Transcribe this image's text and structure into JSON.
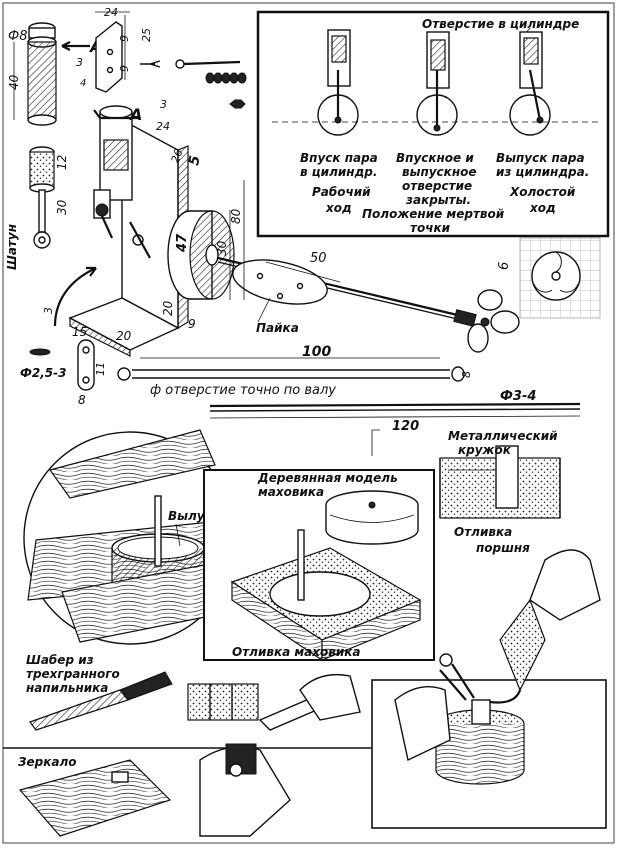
{
  "top_labels": {
    "phi8": "Ф8",
    "d24a": "24",
    "d9a": "9",
    "d25": "25",
    "d3a": "3",
    "d9b": "9",
    "d4": "4",
    "d40": "40",
    "arrowA_left": "А",
    "arrowA_main": "А",
    "d3b": "3",
    "d24b": "24",
    "d12": "12",
    "d30a": "30",
    "d5": "5",
    "d26": "26",
    "d47": "47",
    "d30b": "30",
    "d80": "80",
    "d20a": "20",
    "d9c": "9",
    "d50": "50",
    "d6": "6",
    "d3c": "3",
    "d15": "15",
    "d20b": "20",
    "d11": "11",
    "d8a": "8",
    "d100": "100",
    "d8b": "8",
    "d120": "120",
    "shatun": "Шатун",
    "payka": "Пайка",
    "phi25_3": "Ф2,5-3",
    "phi_hole": "ф отверстие точно по валу",
    "phi3_4": "Ф3-4"
  },
  "cylinder_box": {
    "title": "Отверстие в цилиндре",
    "col1": [
      "Впуск пара",
      "в цилиндр.",
      "Рабочий",
      "ход"
    ],
    "col2": [
      "Впускное и",
      "выпускное",
      "отверстие",
      "закрыты.",
      "Положение мертвой",
      "точки"
    ],
    "col3": [
      "Выпуск пара",
      "из цилиндра.",
      "Холостой",
      "ход"
    ]
  },
  "bottom_labels": {
    "vyludit": "Вылудить",
    "wooden_model": [
      "Деревянная модель",
      "маховика"
    ],
    "otlivka_mahovika": "Отливка маховика",
    "metal_mug": [
      "Металлический",
      "кружок"
    ],
    "otlivka_porshnya": [
      "Отливка",
      "поршня"
    ],
    "shaber": [
      "Шабер из",
      "трехгранного",
      "напильника"
    ],
    "zerkalo": "Зеркало"
  }
}
